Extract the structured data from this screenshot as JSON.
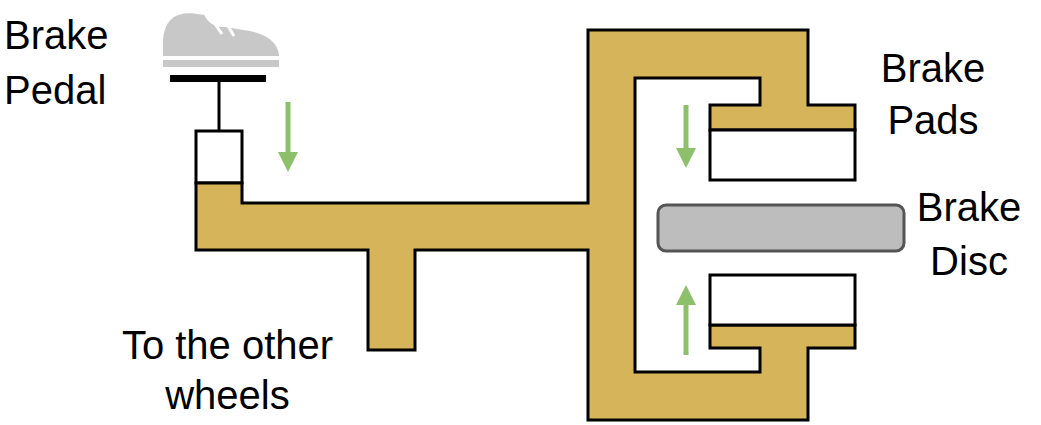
{
  "diagram": {
    "labels": [
      "Brake Pedal",
      "Brake Pads",
      "Brake Disc",
      "To the other wheels"
    ]
  }
}
